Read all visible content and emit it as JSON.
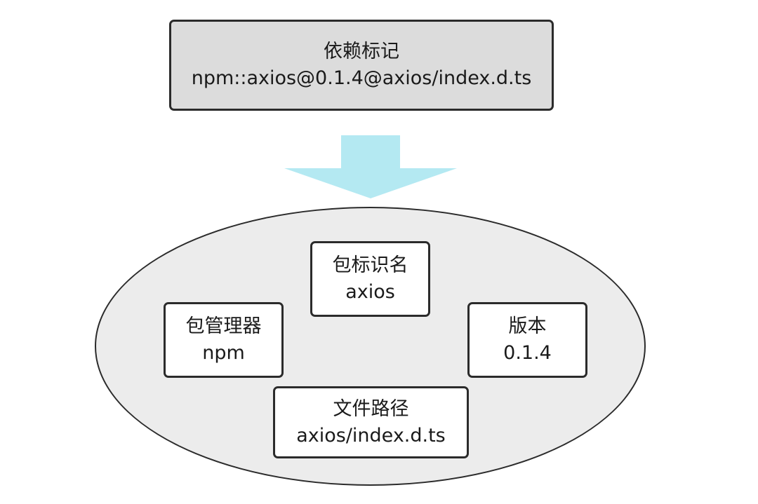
{
  "dependency_marker": {
    "title": "依赖标记",
    "value": "npm::axios@0.1.4@axios/index.d.ts"
  },
  "components": {
    "package_name": {
      "title": "包标识名",
      "value": "axios"
    },
    "package_manager": {
      "title": "包管理器",
      "value": "npm"
    },
    "version": {
      "title": "版本",
      "value": "0.1.4"
    },
    "file_path": {
      "title": "文件路径",
      "value": "axios/index.d.ts"
    }
  },
  "colors": {
    "marker_box_fill": "#dcdcdc",
    "arrow_fill": "#b4e9f2",
    "ellipse_fill": "#ececec",
    "stroke": "#2b2b2b"
  }
}
